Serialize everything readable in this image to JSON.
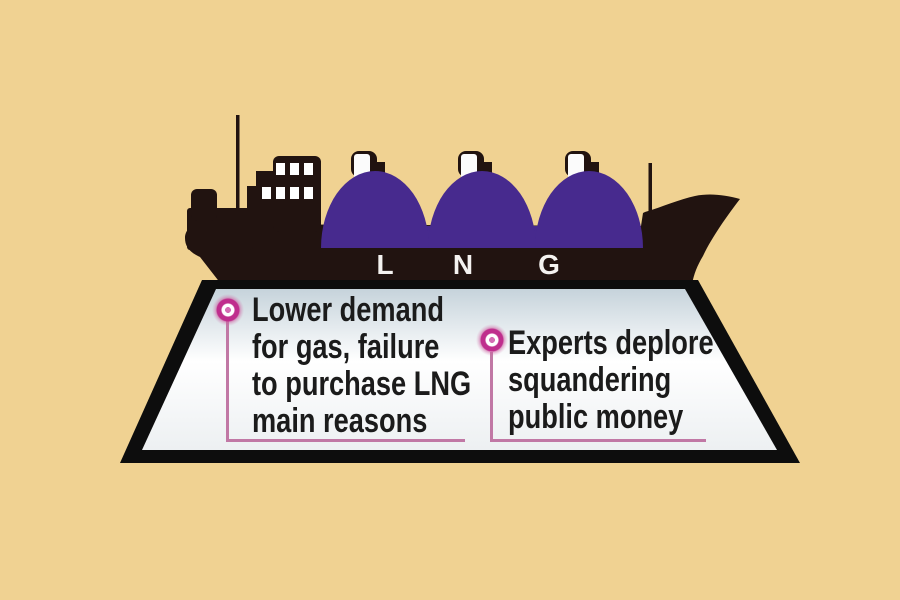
{
  "ship": {
    "name_label": {
      "letters": [
        "L",
        "N",
        "G"
      ]
    }
  },
  "callouts": [
    {
      "lines": [
        "Lower demand",
        "for gas, failure",
        "to purchase LNG",
        "main reasons"
      ]
    },
    {
      "lines": [
        "Experts deplore",
        "squandering",
        "public money"
      ]
    }
  ],
  "colors": {
    "background": "#f0d292",
    "ship_hull": "#211310",
    "tank_dome": "#472a8e",
    "window_white": "#ffffff",
    "lng_letters": "#f4f2f0",
    "bullet_magenta": "#bf2e8d",
    "connector_pink": "#c178a5",
    "panel_top": "#c6d3db",
    "panel_middle": "#ffffff",
    "panel_bottom": "#edf0f2",
    "panel_border": "#0d0d0d",
    "text": "#1b1b1b"
  }
}
